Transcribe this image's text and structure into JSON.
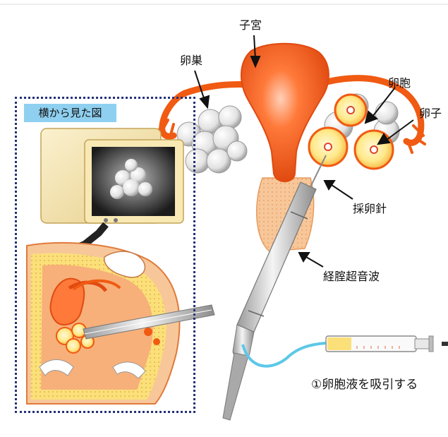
{
  "labels": {
    "uterus": "子宮",
    "ovary": "卵巣",
    "follicle": "卵胞",
    "egg": "卵子",
    "needle": "採卵針",
    "probe": "経腟超音波",
    "aspiration": "①卵胞液を吸引する",
    "side_view": "横から見た図"
  },
  "colors": {
    "uterus": "#f05a12",
    "ovary": "#eeeeee",
    "follicle_ring": "#f6e57a",
    "inset_border": "#24307a",
    "inset_title_bg": "#8fd0f0",
    "tube": "#5cc8e8"
  }
}
